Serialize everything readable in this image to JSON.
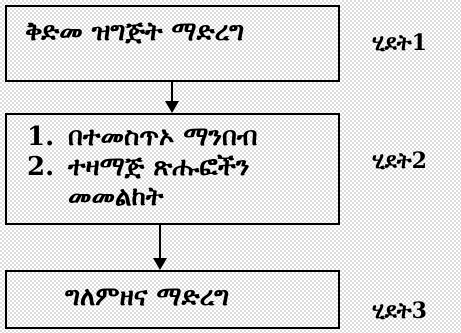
{
  "boxes": [
    {
      "text": "ቅድመ ዝግጅት ማድረግ"
    },
    {
      "lines": [
        {
          "num": "1.",
          "text": "በተመስጥኦ ማንበብ"
        },
        {
          "num": "2.",
          "text": "ተዛማጅ ጽሑፎችን"
        },
        {
          "num": "",
          "text": "መመልከት"
        }
      ]
    },
    {
      "text": "ግለምዘና ማድረግ"
    }
  ],
  "steps": [
    "ሂደት1",
    "ሂደት2",
    "ሂደት3"
  ]
}
